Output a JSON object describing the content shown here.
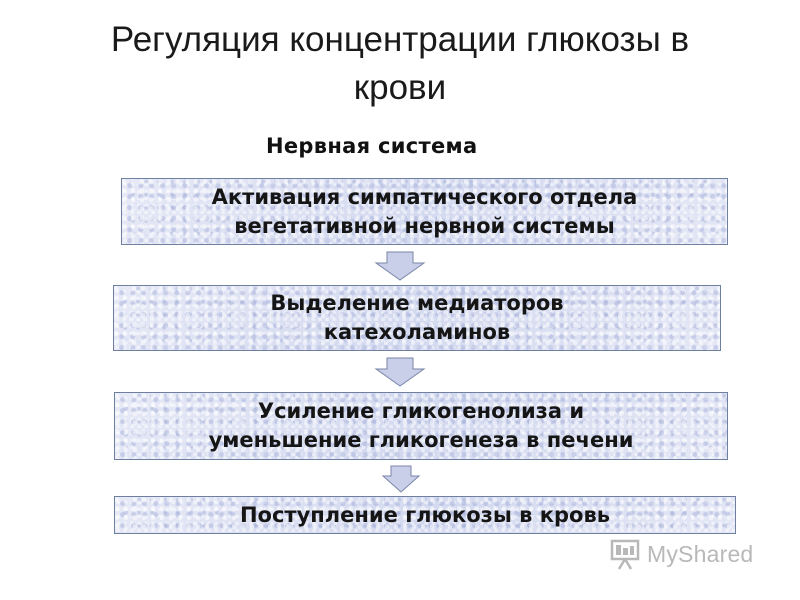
{
  "title": "Регуляция концентрации глюкозы в\nкрови",
  "subtitle": "Нервная система",
  "steps": [
    {
      "text": "Активация симпатического отдела\nвегетативной нервной системы"
    },
    {
      "text": "Выделение медиаторов\nкатехоламинов"
    },
    {
      "text": "Усиление гликогенолиза и\nуменьшение гликогенеза в печени"
    },
    {
      "text": "Поступление глюкозы в кровь"
    }
  ],
  "watermark": {
    "text": "MyShared",
    "icon": "projector-board-icon"
  },
  "colors": {
    "box_fill": "#dfe3f2",
    "box_border": "#6f7fa0",
    "arrow_fill": "#c9cfe8",
    "arrow_border": "#7a86a8",
    "watermark": "#b8b8b8"
  }
}
